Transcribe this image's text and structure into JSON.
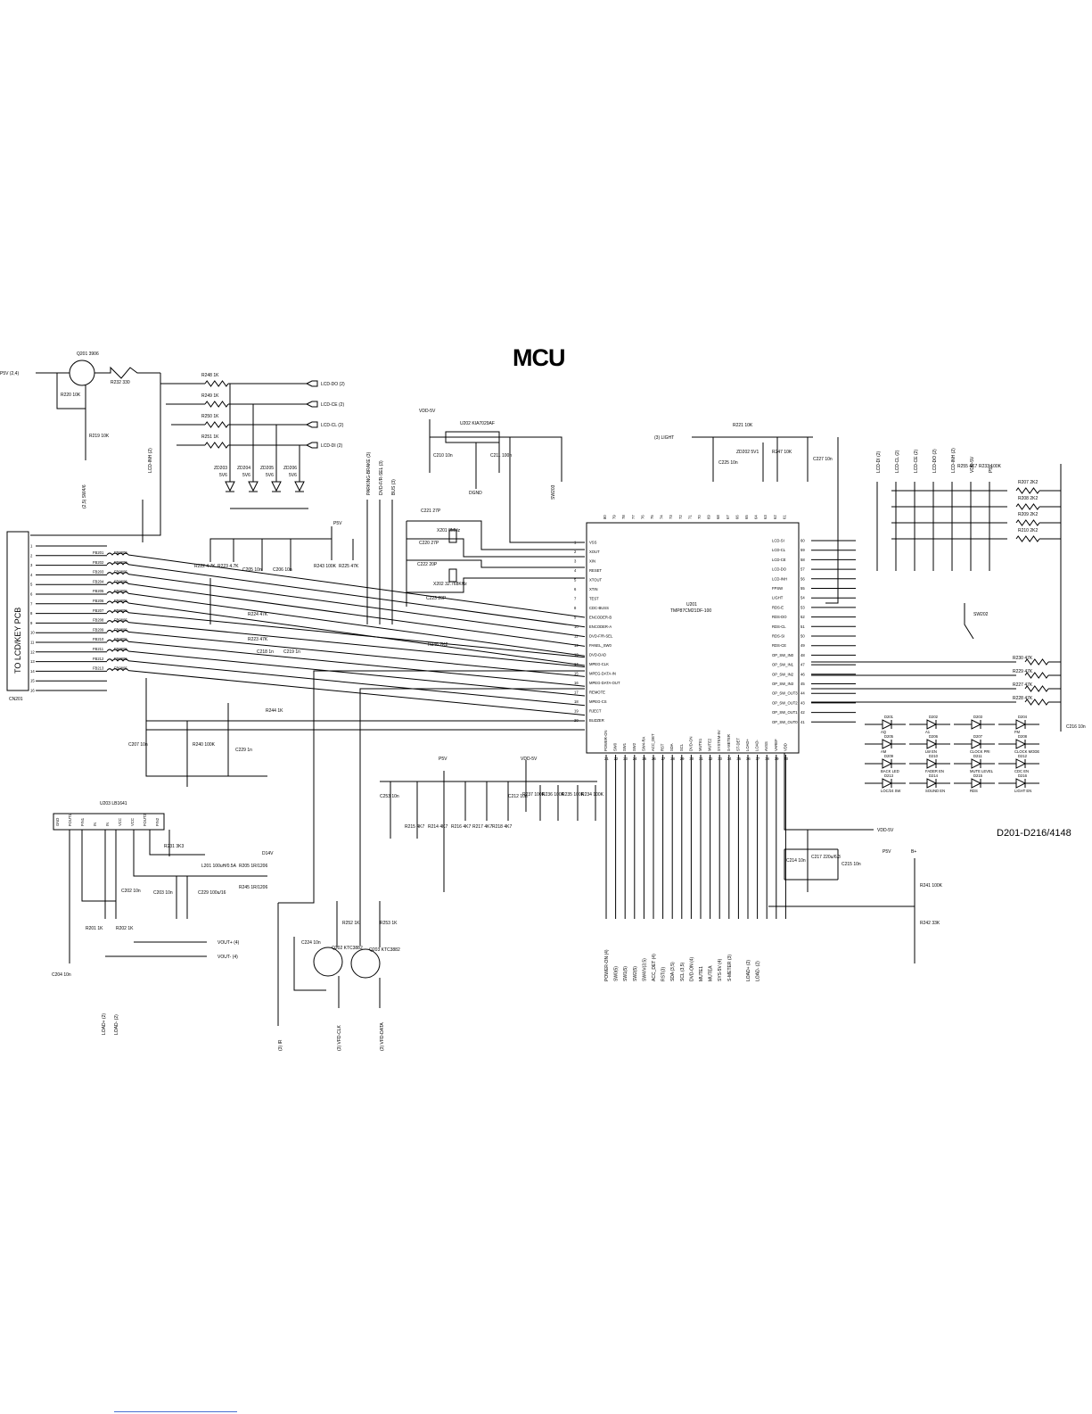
{
  "title": "MCU",
  "footnote": "D201-D216/4148",
  "mcu": {
    "ref": "U201",
    "part": "TMP87CM21DF-100"
  },
  "connector": {
    "ref": "CN201",
    "label": "TO LCD/KEY PCB",
    "pins": [
      "1",
      "2",
      "3",
      "4",
      "5",
      "6",
      "7",
      "8",
      "9",
      "10",
      "11",
      "12",
      "13",
      "14",
      "15",
      "16"
    ]
  },
  "left_pins": [
    {
      "n": "1",
      "name": "VSS"
    },
    {
      "n": "2",
      "name": "XOUT"
    },
    {
      "n": "3",
      "name": "XIN"
    },
    {
      "n": "4",
      "name": "RESET"
    },
    {
      "n": "5",
      "name": "XTOUT"
    },
    {
      "n": "6",
      "name": "XTIN"
    },
    {
      "n": "7",
      "name": "TEST"
    },
    {
      "n": "8",
      "name": "CDC-BUSS"
    },
    {
      "n": "9",
      "name": "ENCODER-B"
    },
    {
      "n": "10",
      "name": "ENCODER-A"
    },
    {
      "n": "11",
      "name": "DVD-F/R-SEL"
    },
    {
      "n": "12",
      "name": "PANEL_SW0"
    },
    {
      "n": "13",
      "name": "DVD-DAD"
    },
    {
      "n": "14",
      "name": "MPEG-CLK"
    },
    {
      "n": "15",
      "name": "MPEG-DATA-IN"
    },
    {
      "n": "16",
      "name": "MPEG-DATA-OUT"
    },
    {
      "n": "17",
      "name": "REMOTE"
    },
    {
      "n": "18",
      "name": "MPEG-CS"
    },
    {
      "n": "19",
      "name": "RJECT"
    },
    {
      "n": "20",
      "name": "BUZZER"
    }
  ],
  "right_pins": [
    {
      "n": "60",
      "name": "LCD-SI"
    },
    {
      "n": "59",
      "name": "LCD-CL"
    },
    {
      "n": "58",
      "name": "LCD-CE"
    },
    {
      "n": "57",
      "name": "LCD-DO"
    },
    {
      "n": "56",
      "name": "LCD-INH"
    },
    {
      "n": "55",
      "name": "FPSW"
    },
    {
      "n": "54",
      "name": "LIGHT"
    },
    {
      "n": "53",
      "name": "RDS-E"
    },
    {
      "n": "52",
      "name": "RDS-DO"
    },
    {
      "n": "51",
      "name": "RDS-CL"
    },
    {
      "n": "50",
      "name": "RDS-SI"
    },
    {
      "n": "49",
      "name": "RDS-CE"
    },
    {
      "n": "48",
      "name": "OP_SW_IN0"
    },
    {
      "n": "47",
      "name": "OP_SW_IN1"
    },
    {
      "n": "46",
      "name": "OP_SW_IN2"
    },
    {
      "n": "45",
      "name": "OP_SW_IN3"
    },
    {
      "n": "44",
      "name": "OP_SW_OUT3"
    },
    {
      "n": "43",
      "name": "OP_SW_OUT2"
    },
    {
      "n": "42",
      "name": "OP_SW_OUT1"
    },
    {
      "n": "41",
      "name": "OP_SW_OUT0"
    }
  ],
  "top_pins": [
    "80",
    "79",
    "78",
    "77",
    "76",
    "75",
    "74",
    "73",
    "72",
    "71",
    "70",
    "69",
    "68",
    "67",
    "66",
    "65",
    "64",
    "63",
    "62",
    "61"
  ],
  "bottom_pins": [
    "21",
    "22",
    "23",
    "24",
    "25",
    "26",
    "27",
    "28",
    "29",
    "30",
    "31",
    "32",
    "33",
    "34",
    "35",
    "36",
    "37",
    "38",
    "39",
    "40"
  ],
  "bottom_pin_names": [
    "POWER-ON",
    "SW0",
    "SW1",
    "SW2",
    "SW4-RA",
    "ACC_DET",
    "RST",
    "SDA",
    "SCL",
    "DVD-ON",
    "MUTE1",
    "MUTE2",
    "SYSTEM-5V",
    "S-METER",
    "ST-DET",
    "LOAD+",
    "LOAD-",
    "AVSS",
    "VAREF",
    "VDD"
  ],
  "bottom_nets": [
    "POWER-ON (4)",
    "SW0(5)",
    "SW1(5)",
    "SW2(5)",
    "SW4/V(3,5)",
    "ACC_DET (4)",
    "RST(3)",
    "SDA (3,5)",
    "SCL (3,5)",
    "DVD-ON (4)",
    "MUTE1",
    "MUTEA",
    "SYS-5V (4)",
    "S-METER (3)",
    "",
    "LOAD+ (2)",
    "LOAD- (2)"
  ],
  "lcd_nets": [
    "LCD-DO (2)",
    "LCD-CE (2)",
    "LCD-CL (2)",
    "LCD-DI (2)"
  ],
  "lcd_resistors": [
    {
      "ref": "R248",
      "val": "1K"
    },
    {
      "ref": "R249",
      "val": "1K"
    },
    {
      "ref": "R250",
      "val": "1K"
    },
    {
      "ref": "R251",
      "val": "1K"
    }
  ],
  "zeners": [
    {
      "ref": "ZD203",
      "val": "5V6"
    },
    {
      "ref": "ZD204",
      "val": "5V6"
    },
    {
      "ref": "ZD205",
      "val": "5V6"
    },
    {
      "ref": "ZD206",
      "val": "5V6"
    }
  ],
  "right_nets": [
    "LCD-DI (2)",
    "LCD-CL (2)",
    "LCD-CE (2)",
    "LCD-DO (2)",
    "LCD-INH (2)",
    "VDD-5V",
    "P5V"
  ],
  "top_nets": [
    "PARKING-BRAKE (3)",
    "DVD-F/R-SEL (3)",
    "BUS (3)"
  ],
  "pullups_right": [
    {
      "ref": "R207",
      "val": "2K2"
    },
    {
      "ref": "R208",
      "val": "2K2"
    },
    {
      "ref": "R209",
      "val": "2K2"
    },
    {
      "ref": "R210",
      "val": "2K2"
    }
  ],
  "pullups_sw": [
    {
      "ref": "R230",
      "val": "47K"
    },
    {
      "ref": "R229",
      "val": "47K"
    },
    {
      "ref": "R227",
      "val": "47K"
    },
    {
      "ref": "R228",
      "val": "47K"
    }
  ],
  "diodes": [
    {
      "ref": "D201",
      "lbl": "AQ"
    },
    {
      "ref": "D202",
      "lbl": "A1"
    },
    {
      "ref": "D203",
      "lbl": ""
    },
    {
      "ref": "D204",
      "lbl": "FM"
    },
    {
      "ref": "D205",
      "lbl": "AM"
    },
    {
      "ref": "D206",
      "lbl": "LW EN"
    },
    {
      "ref": "D207",
      "lbl": "CLOCK PRI"
    },
    {
      "ref": "D208",
      "lbl": "CLOCK MODE"
    },
    {
      "ref": "D209",
      "lbl": "BACK LED"
    },
    {
      "ref": "D210",
      "lbl": "FADER EN"
    },
    {
      "ref": "D211",
      "lbl": "MUTE LEVEL"
    },
    {
      "ref": "D212",
      "lbl": "CDC EN"
    },
    {
      "ref": "D213",
      "lbl": "LOC/24 SW"
    },
    {
      "ref": "D214",
      "lbl": "SOUND EN"
    },
    {
      "ref": "D215",
      "lbl": "RDS"
    },
    {
      "ref": "D216",
      "lbl": "LIGHT EN"
    }
  ],
  "misc": {
    "q201": "Q201 3906",
    "r232": "R232 330",
    "r220": "R220 10K",
    "r219": "R219 10K",
    "sw4": "(2,5) SW4/6",
    "lcdinh": "LCD-INH (2)",
    "p5v_net": "P5V (2,4)",
    "dgnd": "DGND",
    "p5v": "P5V",
    "vdd5v": "VDD-5V",
    "u202": "U202 KIA7029AF",
    "c210": "C210 10n",
    "c211": "C211 100n",
    "sw203": "SW203",
    "c221": "C221 27P",
    "x201": "X201 8MHz",
    "c220": "C220 27P",
    "c222": "C222 20P",
    "x202": "X202 32.768KHz",
    "c223": "C223 20P",
    "light": "(3) LIGHT",
    "r221": "R221 10K",
    "zd202": "ZD202 5V1",
    "r247": "R247 10K",
    "c225": "C225 10n",
    "c227": "C227 10n",
    "r255": "R255 4K7",
    "r233": "R233 100K",
    "sw202": "SW202",
    "c216": "C216 10n",
    "r222": "R222 4.7K",
    "r223a": "R223 4.7K",
    "c205": "C205 10n",
    "c206": "C206 10n",
    "r243": "R243 100K",
    "r225": "R225 47K",
    "r224": "R224 47K",
    "r223": "R223 47K",
    "c218": "C218 1n",
    "c219": "C219 1n",
    "r246": "R246 2K2",
    "r244": "R244 1K",
    "c207": "C207 10n",
    "r240": "R240 100K",
    "c229": "C229 1n",
    "fb": [
      "FB201",
      "FB202",
      "FB203",
      "FB204",
      "FB205",
      "FB206",
      "FB207",
      "FB208",
      "FB209",
      "FB210",
      "FB211",
      "FB212",
      "FB213"
    ],
    "fbval": "FB0805",
    "u203": "U203 LB1641",
    "u203pins": [
      "GND",
      "FOUT1",
      "FIN1",
      "IN",
      "IN",
      "VCC",
      "VCC",
      "FOUT2",
      "FIN2"
    ],
    "r231": "R231 3K3",
    "l201": "L201 100uH/0.5A",
    "r205": "R205 1R/1206",
    "r245": "R245 1R/1206",
    "d14v": "D14V",
    "c202": "C202 10n",
    "c203": "C203 10n",
    "c229b": "C229 100u/16",
    "r201": "R201 1K",
    "r202": "R202 1K",
    "c204": "C204 10n",
    "vout_p": "VOUT+ (4)",
    "vout_m": "VOUT- (4)",
    "load_p": "LOAD+ (2)",
    "load_m": "LOAD- (2)",
    "c253": "C253 10n",
    "c212": "C212 10n",
    "r237": "R237 100K",
    "r236": "R236 100K",
    "r235": "R235 100K",
    "r234": "R234 100K",
    "r215": "R215 4K7",
    "r214": "R214 4K7",
    "r216": "R216 4K7",
    "r217": "R217 4K7",
    "r218": "R218 4K7",
    "c224": "C224 10n",
    "r252": "R252 1K",
    "r253": "R253 1K",
    "q202": "Q202 KTC3882",
    "q203": "Q203 KTC3882",
    "ir": "(3) IR",
    "vfdclk": "(3) VFD-CLK",
    "vfddata": "(3) VFD-DATA",
    "c214": "C214 10n",
    "c217": "C217 220u/6.3",
    "c215": "C215 10n",
    "bplus": "B+",
    "r241": "R241 100K",
    "r242": "R242 33K"
  }
}
